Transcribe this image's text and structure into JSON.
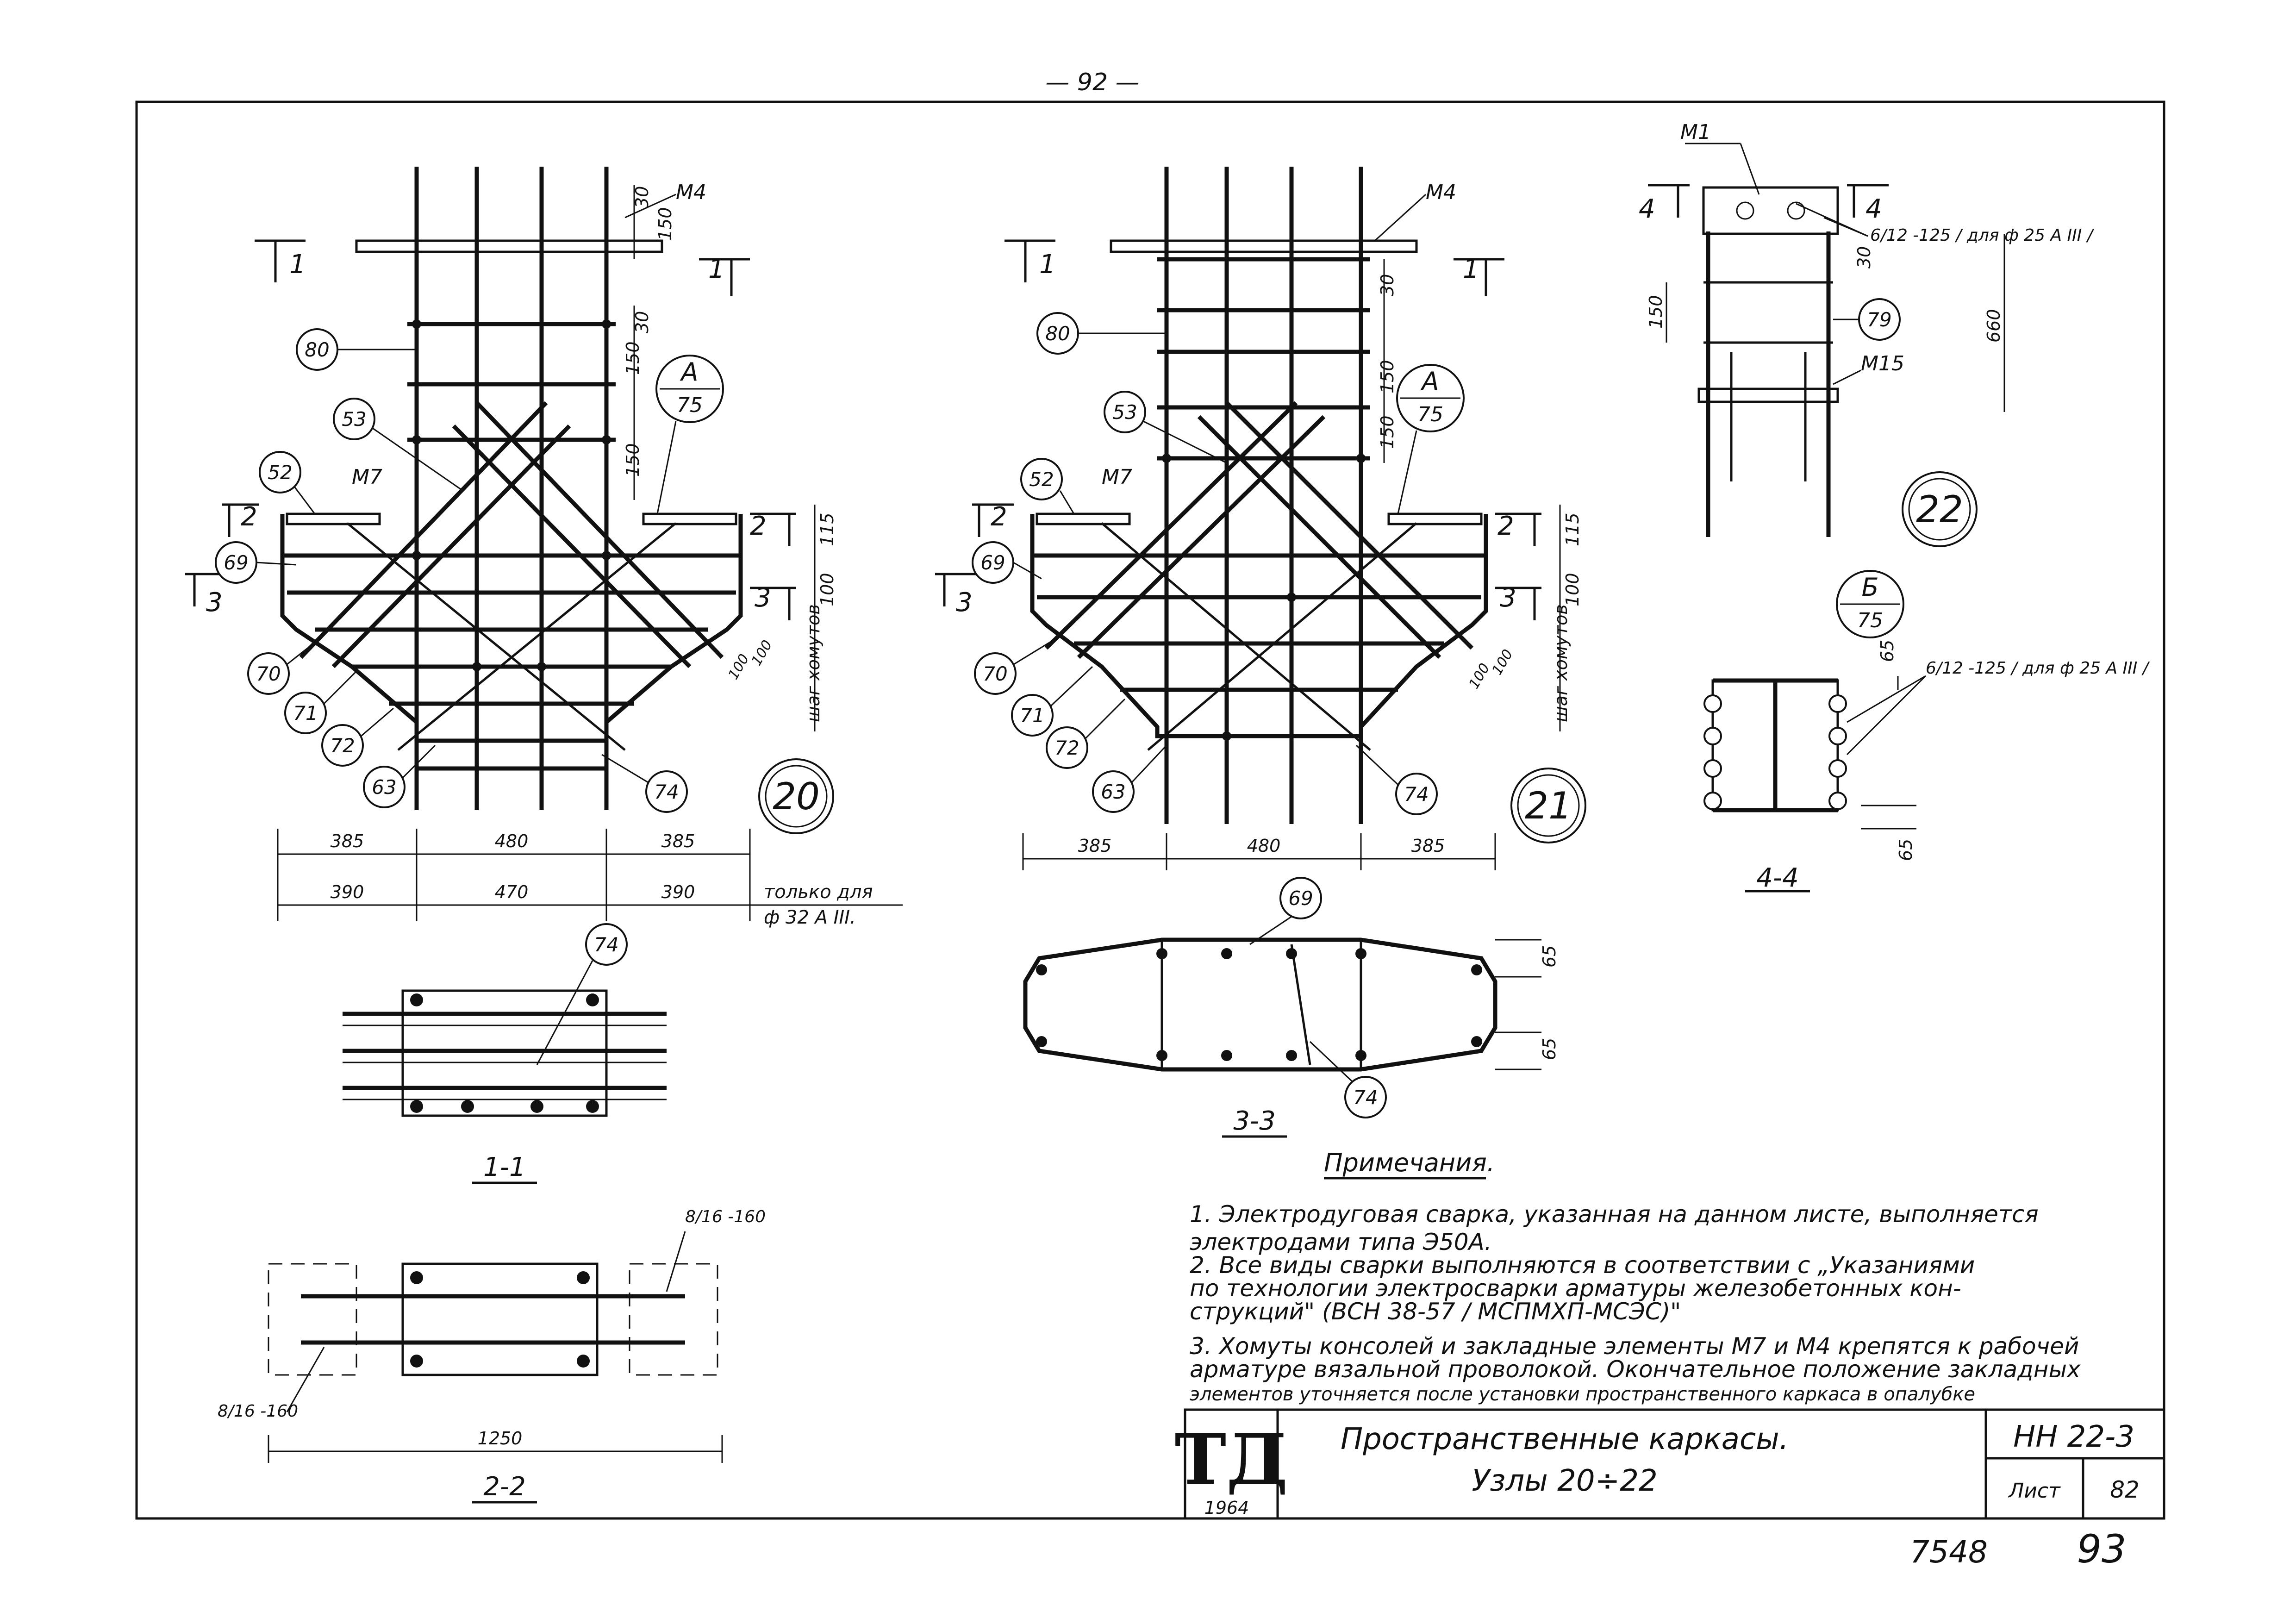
{
  "page_number_top": "— 92 —",
  "sheet_number_bottom": "93",
  "inventory_number": "7548",
  "title_block": {
    "logo": "ТД",
    "logo_year": "1964",
    "title_line1": "Пространственные каркасы.",
    "title_line2": "Узлы   20÷22",
    "code": "НН 22-3",
    "sheet_label": "Лист",
    "sheet_value": "82"
  },
  "notes": {
    "heading": "Примечания.",
    "items": [
      "1. Электродуговая сварка, указанная на данном листе, выполняется",
      "    электродами типа Э50А.",
      "2. Все виды сварки выполняются в соответствии с „Указаниями",
      "    по технологии электросварки арматуры железобетонных кон-",
      "    струкций\" (ВСН 38-57 / МСПМХП-МСЭС)\"",
      "3. Хомуты консолей и закладные элементы М7 и М4 крепятся к рабочей",
      "    арматуре вязальной проволокой. Окончательное положение закладных",
      "    элементов уточняется после установки пространственного каркаса в опалубке"
    ]
  },
  "node20": {
    "node_label": "20",
    "callouts": [
      "80",
      "53",
      "52",
      "69",
      "70",
      "71",
      "72",
      "63",
      "74"
    ],
    "embed_m4": "М4",
    "embed_m7": "М7",
    "detail_top": "А",
    "detail_bottom": "75",
    "section_marks": [
      "1",
      "1",
      "2",
      "2",
      "3",
      "3"
    ],
    "dims_vertical": [
      "30",
      "150",
      "30",
      "150",
      "150",
      "115",
      "100"
    ],
    "stirrup_pitch_label": "шаг хомутов",
    "small_dims": [
      "100",
      "100"
    ],
    "dims_row1": [
      "385",
      "480",
      "385"
    ],
    "dims_row2": [
      "390",
      "470",
      "390"
    ],
    "only_for_line1": "только для",
    "only_for_line2": "ф 32 А III."
  },
  "node21": {
    "node_label": "21",
    "callouts": [
      "80",
      "53",
      "52",
      "69",
      "70",
      "71",
      "72",
      "63",
      "74"
    ],
    "embed_m4": "М4",
    "embed_m7": "М7",
    "detail_top": "А",
    "detail_bottom": "75",
    "section_marks": [
      "1",
      "1",
      "2",
      "2",
      "3",
      "3"
    ],
    "dims_vertical": [
      "30",
      "150",
      "150",
      "115",
      "100"
    ],
    "stirrup_pitch_label": "шаг хомутов",
    "small_dims": [
      "100",
      "100"
    ],
    "dims_row1": [
      "385",
      "480",
      "385"
    ]
  },
  "node22": {
    "node_label": "22",
    "embed_m1": "М1",
    "embed_m15": "М15",
    "callout": "79",
    "section_marks": [
      "4",
      "4"
    ],
    "weld_note": "6/12 -125 / для ф 25 А III /",
    "dims": [
      "30",
      "150",
      "660"
    ],
    "detail_top": "Б",
    "detail_bottom": "75",
    "weld_note_b": "6/12 -125 / для ф 25 А III /",
    "dims_b": [
      "65",
      "65"
    ]
  },
  "sections": {
    "s11_label": "1-1",
    "s11_callout": "74",
    "s22_label": "2-2",
    "s22_weld_top": "8/16 -160",
    "s22_weld_bottom": "8/16 -160",
    "s22_dim": "1250",
    "s33_label": "3-3",
    "s33_callouts": [
      "69",
      "74"
    ],
    "s33_dims": [
      "65",
      "65"
    ],
    "s44_label": "4-4"
  }
}
